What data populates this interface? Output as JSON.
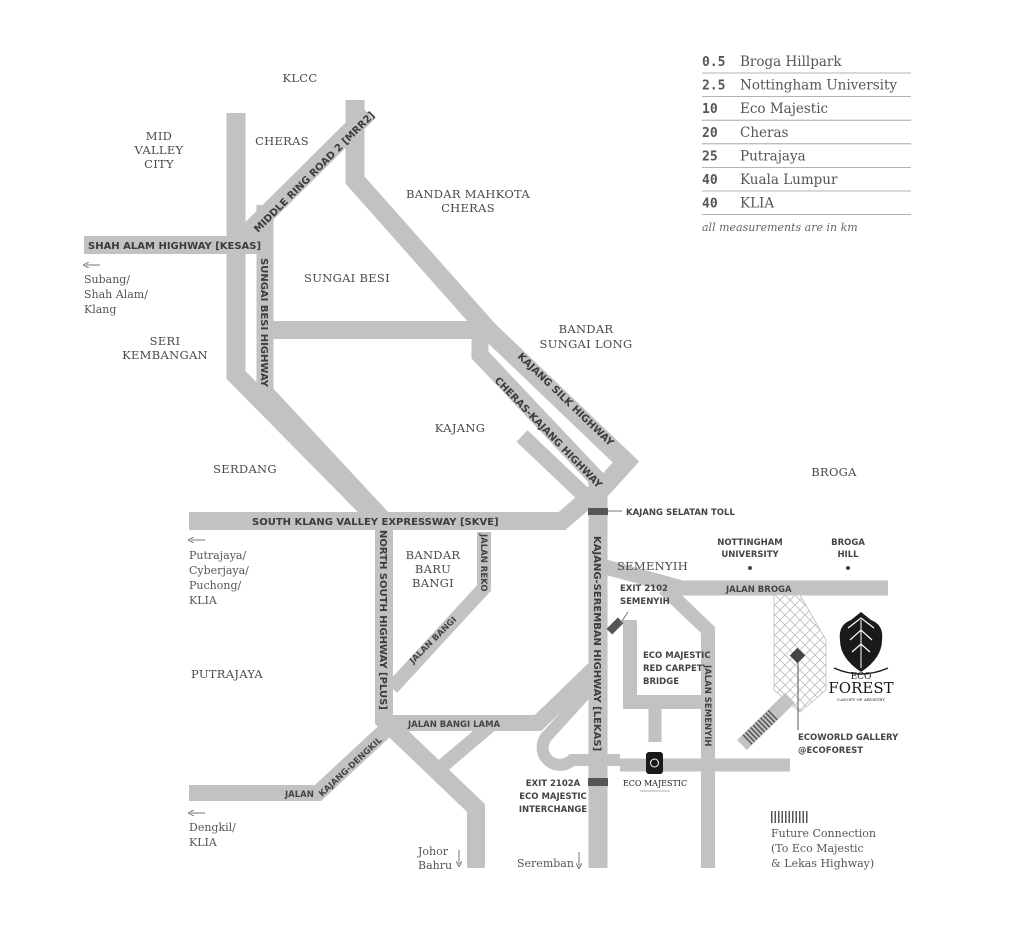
{
  "legend": {
    "items": [
      {
        "km": "0.5",
        "name": "Broga Hillpark"
      },
      {
        "km": "2.5",
        "name": "Nottingham University"
      },
      {
        "km": "10",
        "name": "Eco Majestic"
      },
      {
        "km": "20",
        "name": "Cheras"
      },
      {
        "km": "25",
        "name": "Putrajaya"
      },
      {
        "km": "40",
        "name": "Kuala Lumpur"
      },
      {
        "km": "40",
        "name": "KLIA"
      }
    ],
    "note": "all measurements are in km"
  },
  "places": {
    "klcc": "KLCC",
    "mid_valley": [
      "MID",
      "VALLEY",
      "CITY"
    ],
    "cheras": "CHERAS",
    "bandar_mahkota": [
      "BANDAR MAHKOTA",
      "CHERAS"
    ],
    "sungai_besi": "SUNGAI BESI",
    "seri_kembangan": [
      "SERI",
      "KEMBANGAN"
    ],
    "bandar_sungai_long": [
      "BANDAR",
      "SUNGAI LONG"
    ],
    "kajang": "KAJANG",
    "serdang": "SERDANG",
    "broga": "BROGA",
    "bandar_baru_bangi": [
      "BANDAR",
      "BARU",
      "BANGI"
    ],
    "semenyih": "SEMENYIH",
    "putrajaya": "PUTRAJAYA",
    "nottingham": [
      "NOTTINGHAM",
      "UNIVERSITY"
    ],
    "broga_hill": [
      "BROGA",
      "HILL"
    ],
    "eco_majestic_bridge": [
      "ECO MAJESTIC",
      "RED CARPET",
      "BRIDGE"
    ],
    "ecoworld_gallery": [
      "ECOWORLD GALLERY",
      "@ECOFOREST"
    ]
  },
  "roads": {
    "kesas": "SHAH ALAM HIGHWAY [KESAS]",
    "mrr2": "MIDDLE RING ROAD 2 [MRR2]",
    "sungai_besi_hwy": "SUNGAI BESI HIGHWAY",
    "kajang_silk": "KAJANG SILK HIGHWAY",
    "cheras_kajang": "CHERAS-KAJANG HIGHWAY",
    "skve": "SOUTH KLANG VALLEY EXPRESSWAY [SKVE]",
    "nsh": "NORTH SOUTH HIGHWAY [PLUS]",
    "lekas": "KAJANG-SEREMBAN HIGHWAY [LEKAS]",
    "jalan_reko": "JALAN REKO",
    "jalan_bangi": "JALAN BANGI",
    "jalan_bangi_lama": "JALAN BANGI LAMA",
    "jalan_kajang_dengkil_a": "JALAN",
    "jalan_kajang_dengkil_b": "KAJANG-DENGKIL",
    "jalan_broga": "JALAN BROGA",
    "jalan_semenyih": "JALAN SEMENYIH"
  },
  "callouts": {
    "kajang_toll": "KAJANG SELATAN TOLL",
    "exit_2102": [
      "EXIT 2102",
      "SEMENYIH"
    ],
    "exit_2102a": [
      "EXIT 2102A",
      "ECO MAJESTIC",
      "INTERCHANGE"
    ]
  },
  "destinations": {
    "subang": [
      "Subang/",
      "Shah Alam/",
      "Klang"
    ],
    "putrajaya": [
      "Putrajaya/",
      "Cyberjaya/",
      "Puchong/",
      "KLIA"
    ],
    "dengkil": [
      "Dengkil/",
      "KLIA"
    ],
    "johor": [
      "Johor",
      "Bahru"
    ],
    "seremban": "Seremban"
  },
  "future": [
    "Future Connection",
    "(To Eco Majestic",
    "& Lekas Highway)"
  ],
  "logos": {
    "eco_forest": [
      "ECO",
      "FOREST",
      "CANOPY OF ARTISTRY"
    ],
    "eco_majestic": "ECO MAJESTIC"
  },
  "colors": {
    "road": "#c2c2c2",
    "toll_marker": "#555555",
    "text": "#444444",
    "logo": "#1a1a1a"
  }
}
